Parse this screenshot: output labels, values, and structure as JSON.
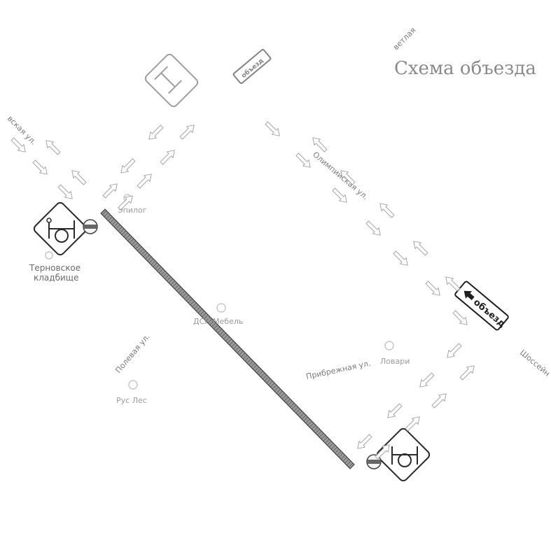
{
  "map": {
    "title": "Схема объезда",
    "detour_sign_text": "объезд",
    "streets": [
      {
        "id": "street-olimpiyskaya",
        "label": "Олимпийская ул."
      },
      {
        "id": "street-shosseynaya",
        "label": "Шоссейн"
      },
      {
        "id": "street-pribrezhnaya",
        "label": "Прибрежная ул."
      },
      {
        "id": "street-polevaya",
        "label": "Полевая ул."
      },
      {
        "id": "street-top-left",
        "label": "вская ул."
      },
      {
        "id": "street-top-corner",
        "label": "ветлая"
      }
    ],
    "places": [
      {
        "id": "place-ternovskoe",
        "line1": "Терновское",
        "line2": "кладбище"
      },
      {
        "id": "place-dsp",
        "label": "ДСП Мебель"
      },
      {
        "id": "place-rus-les",
        "label": "Рус Лес"
      },
      {
        "id": "place-lovari",
        "label": "Ловари"
      },
      {
        "id": "place-zapad",
        "label": "Эпилог"
      }
    ],
    "colors": {
      "closed_road": "#777777",
      "sign_outline": "#2a2a2a",
      "arrow_stroke": "#9a9a9a",
      "background": "#ffffff"
    },
    "icons": [
      "road-closed-sign-icon",
      "no-entry-icon",
      "detour-arrow-icon",
      "traffic-arrow-icon"
    ]
  }
}
